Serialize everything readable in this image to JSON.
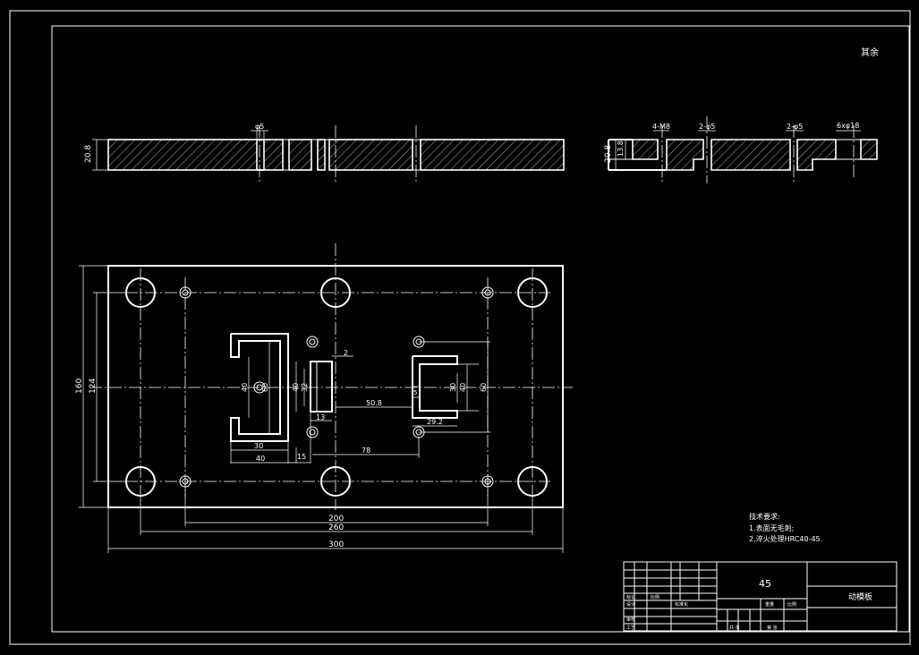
{
  "corner_note": "其余",
  "material": "45",
  "part_name": "动模板",
  "tech_requirements": {
    "heading": "技术要求:",
    "line1": "1.表面无毛刺;",
    "line2": "2.淬火处理HRC40-45."
  },
  "front_view": {
    "height_dim": "20.8",
    "hole_label": "φ5"
  },
  "side_view": {
    "height_dim": "20.8",
    "step_dim": "13.8",
    "label_1": "4-M8",
    "label_2": "2-φ5",
    "label_3": "2-φ5",
    "label_4": "6xφ18"
  },
  "plan_view": {
    "overall_width": "300",
    "bolt_spacing": "260",
    "pin_spacing": "200",
    "overall_height": "160",
    "inner_height": "124",
    "left_slot_height": "40",
    "left_slot_outer": "60",
    "left_slot_width": "30",
    "left_slot_offset": "40",
    "center_gap": "15",
    "block_height_a": "40",
    "block_height_b": "32",
    "block_width": "13",
    "center_distance": "50.8",
    "slot_pitch": "78",
    "wall": "2",
    "right_slot_h1": "30",
    "right_slot_h2": "40",
    "right_slot_h3": "60",
    "right_slot_wall": "5",
    "right_slot_width": "29.2"
  },
  "title_block": {
    "rev_label": "标记",
    "ratio_label": "比例",
    "design": "设计",
    "check": "审核",
    "craft": "工艺",
    "std": "标准化",
    "weight": "重量",
    "scale": "比例",
    "sheet": "共 张",
    "sheet2": "第 张"
  }
}
